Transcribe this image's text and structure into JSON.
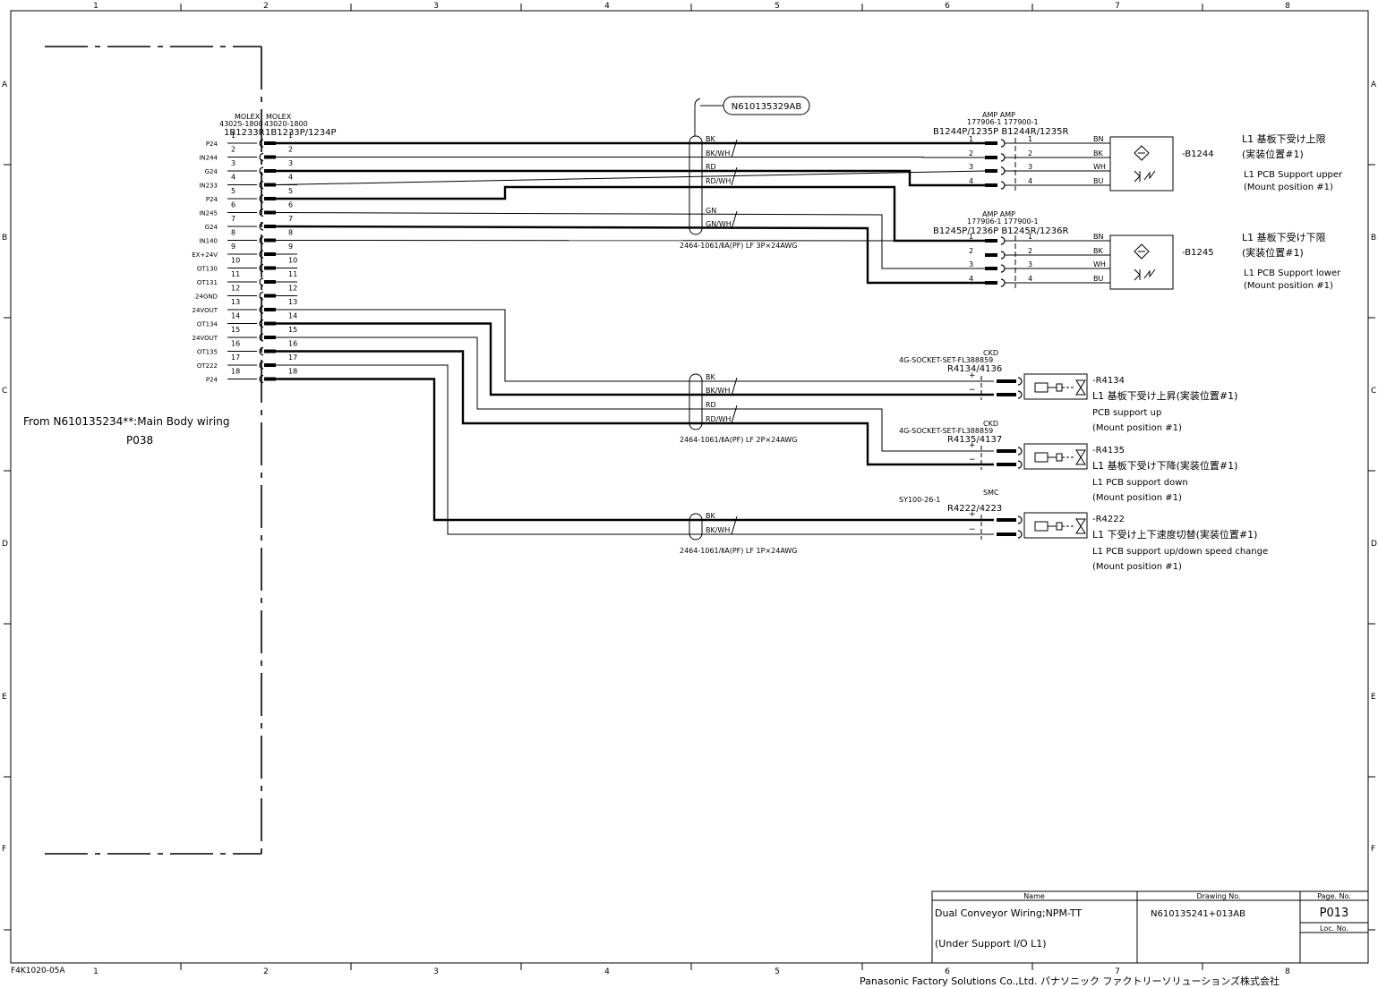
{
  "frame": {
    "columns": [
      "1",
      "2",
      "3",
      "4",
      "5",
      "6",
      "7",
      "8"
    ],
    "rows": [
      "A",
      "B",
      "C",
      "D",
      "E",
      "F"
    ],
    "form_code": "F4K1020-05A"
  },
  "source": {
    "from_label": "From  N610135234**:Main Body wiring",
    "page_ref": "P038"
  },
  "main_connector": {
    "maker_left": "MOLEX",
    "maker_right": "MOLEX",
    "part_left": "43025-1800",
    "part_right": "43020-1800",
    "ref_left": "1B1233R",
    "ref_right": "1B1233P/1234P",
    "pins": [
      {
        "no": "1",
        "signal": "P24"
      },
      {
        "no": "2",
        "signal": "IN244"
      },
      {
        "no": "3",
        "signal": "G24"
      },
      {
        "no": "4",
        "signal": "IN233"
      },
      {
        "no": "5",
        "signal": "P24"
      },
      {
        "no": "6",
        "signal": "IN245"
      },
      {
        "no": "7",
        "signal": "G24"
      },
      {
        "no": "8",
        "signal": "IN140"
      },
      {
        "no": "9",
        "signal": "EX+24V"
      },
      {
        "no": "10",
        "signal": "OT130"
      },
      {
        "no": "11",
        "signal": "OT131"
      },
      {
        "no": "12",
        "signal": "24GND"
      },
      {
        "no": "13",
        "signal": "24VOUT"
      },
      {
        "no": "14",
        "signal": "OT134"
      },
      {
        "no": "15",
        "signal": "24VOUT"
      },
      {
        "no": "16",
        "signal": "OT135"
      },
      {
        "no": "17",
        "signal": "OT222"
      },
      {
        "no": "18",
        "signal": "P24"
      }
    ]
  },
  "harness_ref": "N610135329AB",
  "cables": [
    {
      "spec": "2464-1061/ⅡA(PF) LF 3P×24AWG",
      "wires": [
        "BK",
        "BK/WH",
        "RD",
        "RD/WH",
        "GN",
        "GN/WH"
      ]
    },
    {
      "spec": "2464-1061/ⅡA(PF) LF 2P×24AWG",
      "wires": [
        "BK",
        "BK/WH",
        "RD",
        "RD/WH"
      ]
    },
    {
      "spec": "2464-1061/ⅡA(PF) LF 1P×24AWG",
      "wires": [
        "BK",
        "BK/WH"
      ]
    }
  ],
  "sensors": [
    {
      "maker": "AMP AMP",
      "part": "177906-1 177900-1",
      "connector": "B1244P/1235P B1244R/1235R",
      "pins": [
        "1",
        "2",
        "3",
        "4"
      ],
      "wires": [
        "BN",
        "BK",
        "WH",
        "BU"
      ],
      "tag": "-B1244",
      "desc_jp_1": "L1 基板下受け上限",
      "desc_jp_2": "(実装位置#1)",
      "desc_en_1": "L1 PCB Support upper",
      "desc_en_2": "(Mount position #1)"
    },
    {
      "maker": "AMP AMP",
      "part": "177906-1 177900-1",
      "connector": "B1245P/1236P B1245R/1236R",
      "pins": [
        "1",
        "2",
        "3",
        "4"
      ],
      "wires": [
        "BN",
        "BK",
        "WH",
        "BU"
      ],
      "tag": "-B1245",
      "desc_jp_1": "L1 基板下受け下限",
      "desc_jp_2": "(実装位置#1)",
      "desc_en_1": "L1 PCB Support lower",
      "desc_en_2": "(Mount position #1)"
    }
  ],
  "valves": [
    {
      "maker": "CKD",
      "part": "4G-SOCKET-SET-FL388859",
      "connector": "R4134/4136",
      "tag": "-R4134",
      "desc_jp": "L1 基板下受け上昇(実装位置#1)",
      "desc_en": "PCB support  up",
      "desc_pos": "(Mount position #1)"
    },
    {
      "maker": "CKD",
      "part": "4G-SOCKET-SET-FL388859",
      "connector": "R4135/4137",
      "tag": "-R4135",
      "desc_jp": "L1 基板下受け下降(実装位置#1)",
      "desc_en": "L1 PCB support  down",
      "desc_pos": "(Mount position #1)"
    },
    {
      "maker": "SMC",
      "part": "SY100-26-1",
      "connector": "R4222/4223",
      "tag": "-R4222",
      "desc_jp": "L1 下受け上下速度切替(実装位置#1)",
      "desc_en": "L1 PCB support up/down speed change",
      "desc_pos": "(Mount position #1)"
    }
  ],
  "polarity": {
    "plus": "+",
    "minus": "−"
  },
  "title_block": {
    "name_header": "Name",
    "drawing_header": "Drawing No.",
    "page_header": "Page. No.",
    "name_line1": "Dual Conveyor Wiring;NPM-TT",
    "name_line2": "(Under Support I/O L1)",
    "drawing_no": "N610135241+013AB",
    "page_no": "P013",
    "loc_header": "Loc. No."
  },
  "company": "Panasonic Factory Solutions Co.,Ltd. パナソニック ファクトリーソリューションズ株式会社"
}
